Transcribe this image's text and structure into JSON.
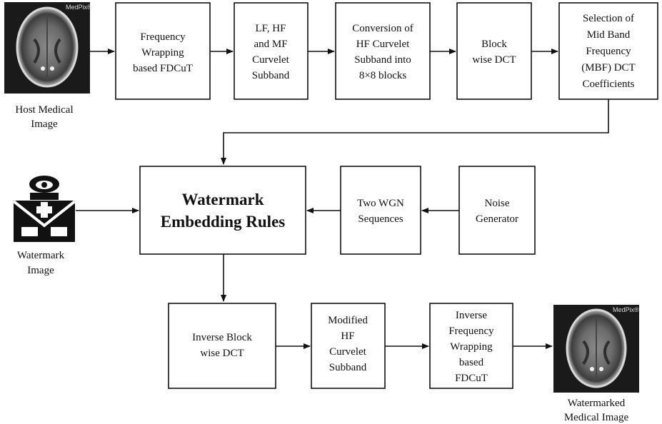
{
  "nodes": {
    "fdcut": {
      "lines": [
        "Frequency",
        "Wrapping",
        "based FDCuT"
      ]
    },
    "subband": {
      "lines": [
        "LF, HF",
        "and MF",
        "Curvelet",
        "Subband"
      ]
    },
    "conversion": {
      "lines": [
        "Conversion of",
        "HF Curvelet",
        "Subband into",
        "8×8 blocks"
      ]
    },
    "dct": {
      "lines": [
        "Block",
        "wise DCT"
      ]
    },
    "selection": {
      "lines": [
        "Selection of",
        "Mid Band",
        "Frequency",
        "(MBF) DCT",
        "Coefficients"
      ]
    },
    "embedding": {
      "lines": [
        "Watermark",
        "Embedding Rules"
      ]
    },
    "wgn": {
      "lines": [
        "Two WGN",
        "Sequences"
      ]
    },
    "noise": {
      "lines": [
        "Noise",
        "Generator"
      ]
    },
    "inverse_dct": {
      "lines": [
        "Inverse Block",
        "wise DCT"
      ]
    },
    "modified": {
      "lines": [
        "Modified",
        "HF",
        "Curvelet",
        "Subband"
      ]
    },
    "inverse_fdcut": {
      "lines": [
        "Inverse",
        "Frequency",
        "Wrapping",
        "based",
        "FDCuT"
      ]
    }
  },
  "images": {
    "host": {
      "caption": [
        "Host Medical",
        "Image"
      ],
      "badge": "MedPix®",
      "kind": "brain-mri"
    },
    "watermark": {
      "caption": [
        "Watermark",
        "Image"
      ],
      "kind": "medical-kit-icon"
    },
    "watermarked": {
      "caption": [
        "Watermarked",
        "Medical Image"
      ],
      "badge": "MedPix®",
      "kind": "brain-mri"
    }
  },
  "colors": {
    "line": "#111111",
    "image_bg": "#1a1a1a"
  }
}
